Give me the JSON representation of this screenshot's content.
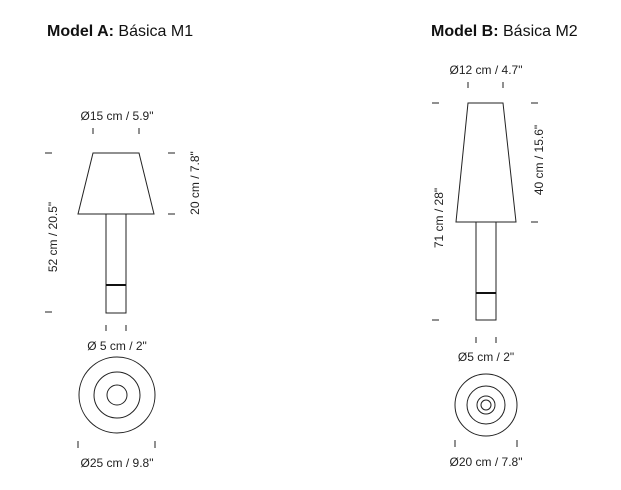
{
  "model_a": {
    "title_bold": "Model A:",
    "title_name": "Básica M1",
    "shade_diameter": "Ø15 cm / 5.9\"",
    "total_height": "52 cm / 20.5\"",
    "shade_height": "20 cm / 7.8\"",
    "stem_diameter": "Ø 5 cm / 2\"",
    "base_diameter": "Ø25 cm / 9.8\""
  },
  "model_b": {
    "title_bold": "Model B:",
    "title_name": "Básica M2",
    "shade_diameter": "Ø12 cm / 4.7\"",
    "total_height": "71 cm / 28\"",
    "shade_height": "40 cm / 15.6\"",
    "stem_diameter": "Ø5 cm / 2\"",
    "base_diameter": "Ø20 cm / 7.8\""
  }
}
